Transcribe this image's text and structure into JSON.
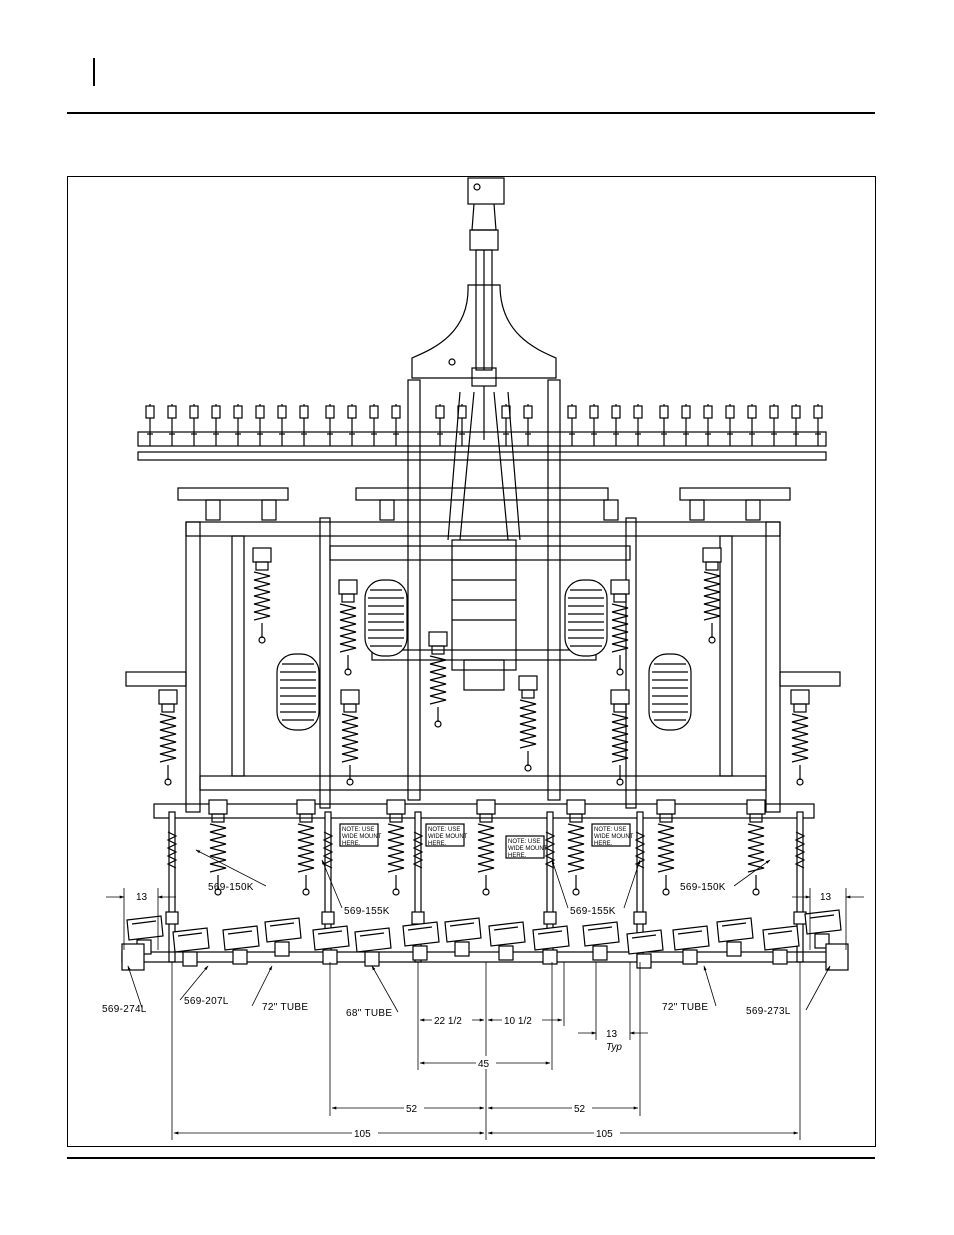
{
  "diagram": {
    "part_labels": {
      "l150k_left": "569-150K",
      "l150k_right": "569-150K",
      "l155k_left": "569-155K",
      "l155k_right": "569-155K",
      "l274l": "569-274L",
      "l207l": "569-207L",
      "tube72_left": "72\" TUBE",
      "tube68": "68\" TUBE",
      "tube72_right": "72\" TUBE",
      "l273l": "569-273L"
    },
    "notes": [
      {
        "lines": [
          "NOTE: USE",
          "WIDE MOUNT",
          "HERE."
        ]
      },
      {
        "lines": [
          "NOTE: USE",
          "WIDE MOUNT",
          "HERE."
        ]
      },
      {
        "lines": [
          "NOTE: USE",
          "WIDE MOUNT",
          "HERE."
        ]
      },
      {
        "lines": [
          "NOTE: USE",
          "WIDE MOUNT",
          "HERE."
        ]
      }
    ],
    "dimensions": {
      "d13_left": "13",
      "d13_right": "13",
      "d22": "22 1/2",
      "d10": "10 1/2",
      "d13_typ": "13",
      "typ": "Typ",
      "d45": "45",
      "d52_left": "52",
      "d52_right": "52",
      "d105_left": "105",
      "d105_right": "105"
    }
  }
}
